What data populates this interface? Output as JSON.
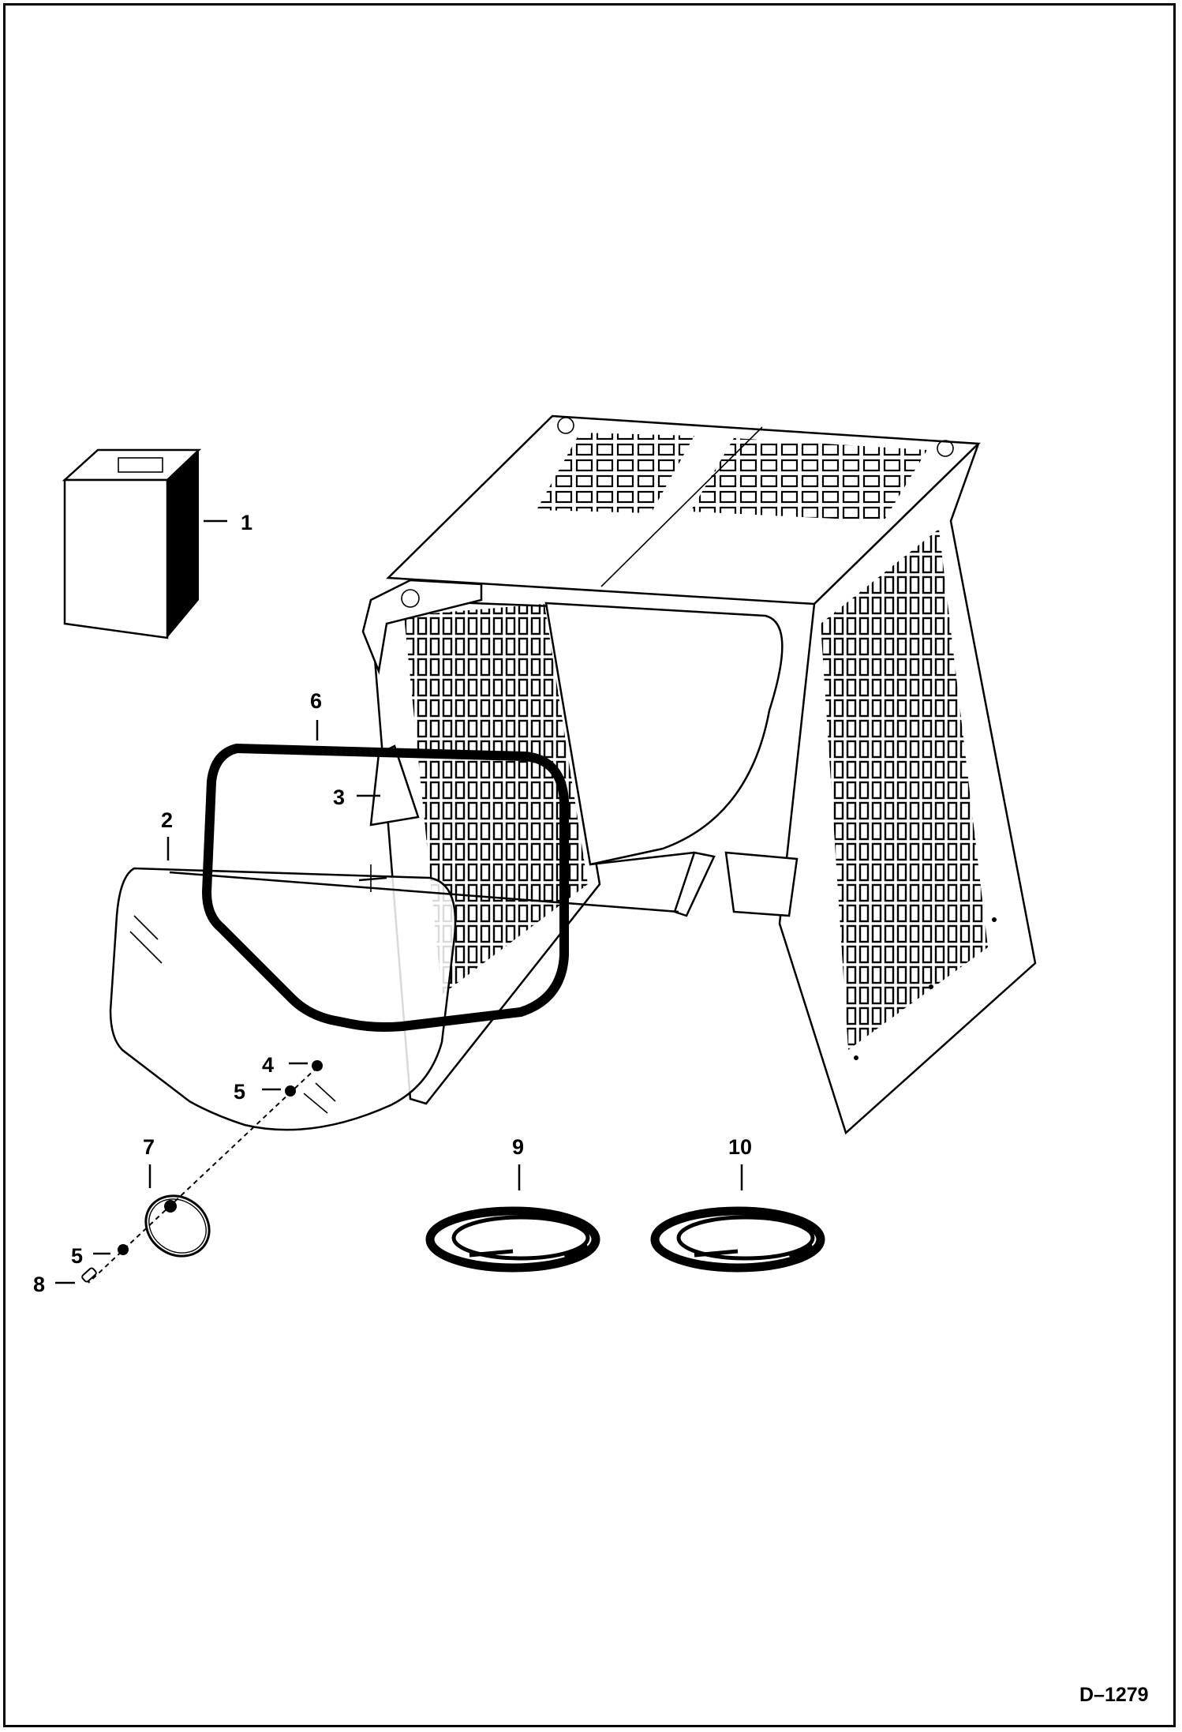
{
  "drawing_number": "D–1279",
  "callouts": [
    {
      "id": "c1",
      "label": "1"
    },
    {
      "id": "c2",
      "label": "2"
    },
    {
      "id": "c3",
      "label": "3"
    },
    {
      "id": "c4",
      "label": "4"
    },
    {
      "id": "c5a",
      "label": "5"
    },
    {
      "id": "c5b",
      "label": "5"
    },
    {
      "id": "c6",
      "label": "6"
    },
    {
      "id": "c7",
      "label": "7"
    },
    {
      "id": "c8",
      "label": "8"
    },
    {
      "id": "c9",
      "label": "9"
    },
    {
      "id": "c10",
      "label": "10"
    }
  ]
}
